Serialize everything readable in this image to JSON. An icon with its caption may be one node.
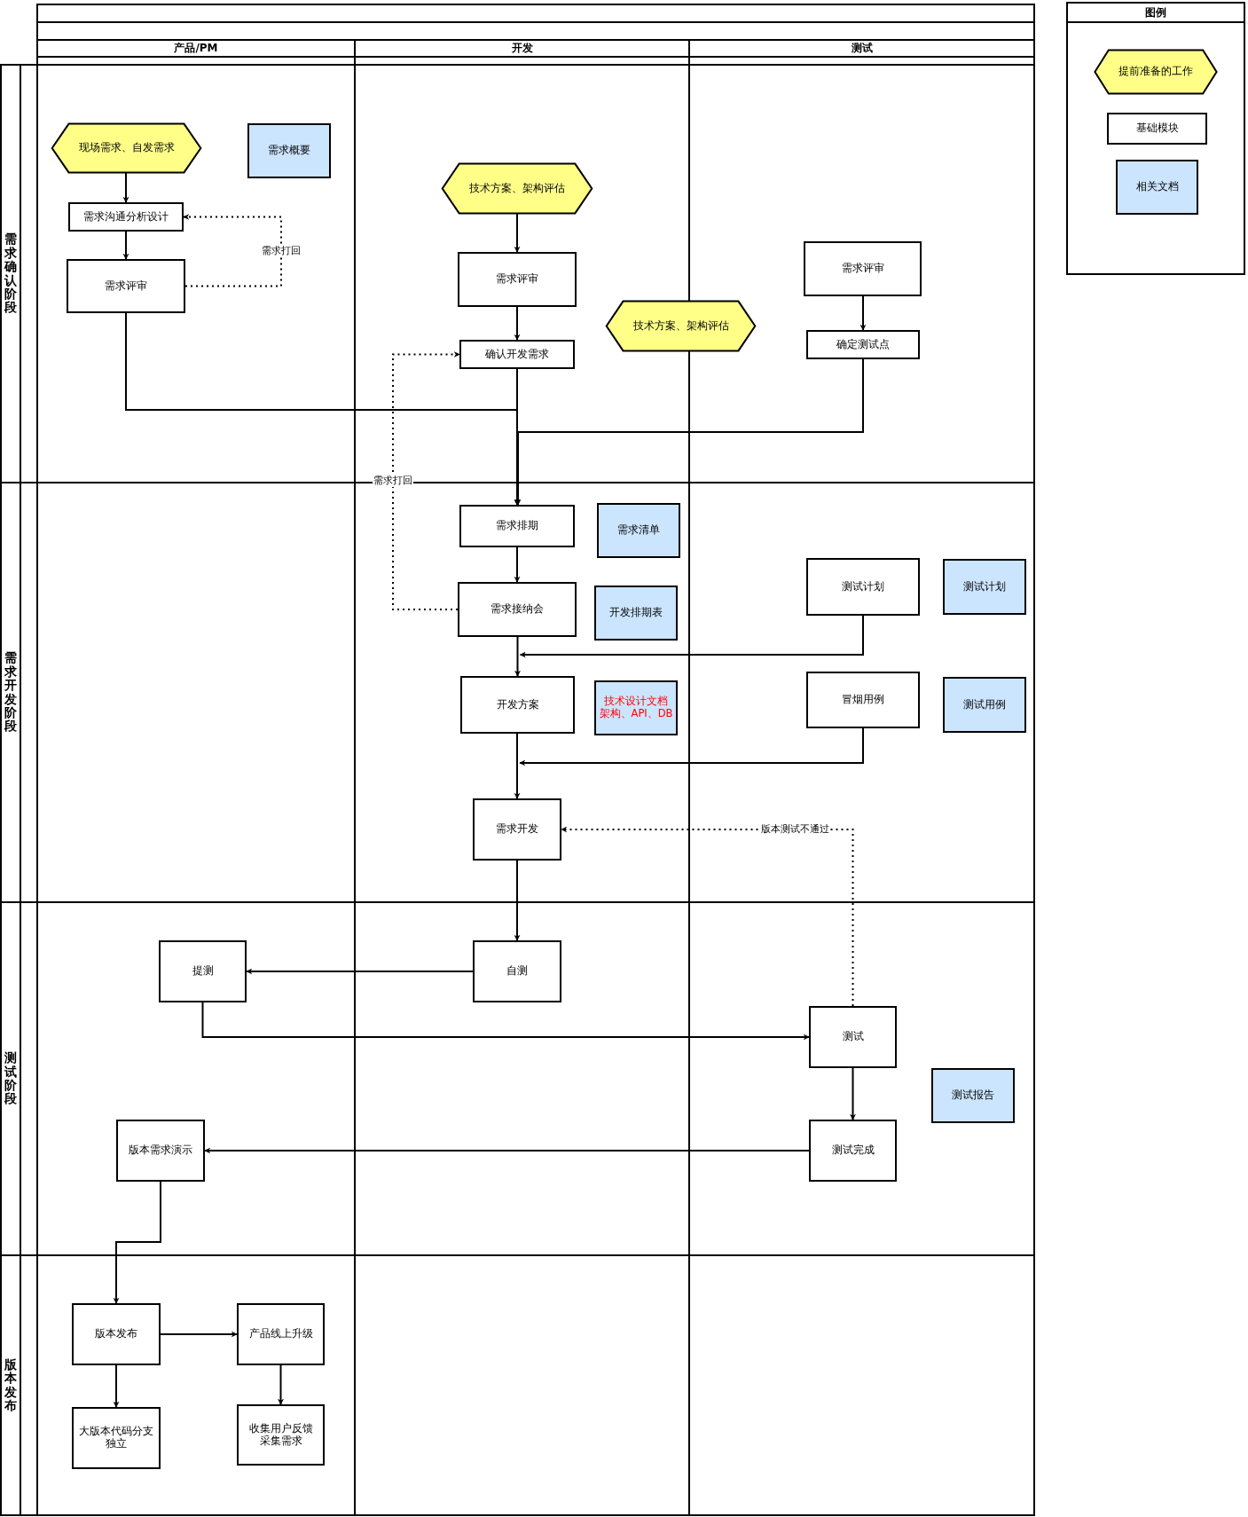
{
  "diagram": {
    "nodes": [
      {
        "text": [
          "现场需求、自发需求"
        ]
      },
      {
        "text": [
          "需求概要"
        ]
      },
      {
        "text": [
          "需求沟通分析设计"
        ]
      },
      {
        "text": [
          "需求评审"
        ]
      },
      {
        "text": [
          "技术方案、架构评估"
        ]
      },
      {
        "text": [
          "需求评审"
        ]
      },
      {
        "text": [
          "确认开发需求"
        ]
      },
      {
        "text": [
          "技术方案、架构评估"
        ]
      },
      {
        "text": [
          "需求评审"
        ]
      },
      {
        "text": [
          "确定测试点"
        ]
      },
      {
        "text": [
          "需求排期"
        ]
      },
      {
        "text": [
          "需求清单"
        ]
      },
      {
        "text": [
          "需求接纳会"
        ]
      },
      {
        "text": [
          "开发排期表"
        ]
      },
      {
        "text": [
          "测试计划"
        ]
      },
      {
        "text": [
          "测试计划"
        ]
      },
      {
        "text": [
          "开发方案"
        ]
      },
      {
        "text": [
          "技术设计文档",
          "架构、API、DB"
        ]
      },
      {
        "text": [
          "冒烟用例"
        ]
      },
      {
        "text": [
          "测试用例"
        ]
      },
      {
        "text": [
          "需求开发"
        ]
      },
      {
        "text": [
          "自测"
        ]
      },
      {
        "text": [
          "提测"
        ]
      },
      {
        "text": [
          "测试"
        ]
      },
      {
        "text": [
          "测试报告"
        ]
      },
      {
        "text": [
          "版本需求演示"
        ]
      },
      {
        "text": [
          "测试完成"
        ]
      },
      {
        "text": [
          "版本发布"
        ]
      },
      {
        "text": [
          "产品线上升级"
        ]
      },
      {
        "text": [
          "大版本代码分支独立"
        ]
      },
      {
        "text": [
          "收集用户反馈",
          "采集需求"
        ]
      }
    ],
    "edges": [
      {
        "from": 0,
        "to": 2,
        "arrow": "to"
      },
      {
        "from": 2,
        "to": 3,
        "arrow": "to"
      },
      {
        "from": 3,
        "to": 2,
        "arrow": "to",
        "label": "需求打回",
        "style": "dashed"
      },
      {
        "from": 4,
        "to": 5,
        "arrow": "to"
      },
      {
        "from": 5,
        "to": 6,
        "arrow": "to"
      },
      {
        "from": 6,
        "to": 10,
        "arrow": "to"
      },
      {
        "from": 3,
        "to": 10,
        "arrow": "to"
      },
      {
        "from": 9,
        "to": 10,
        "arrow": "to"
      },
      {
        "from": 12,
        "to": 6,
        "arrow": "to",
        "label": "需求打回",
        "style": "dashed"
      },
      {
        "from": 10,
        "to": 12,
        "arrow": "to"
      },
      {
        "from": 12,
        "to": 16,
        "arrow": "to"
      },
      {
        "from": 14,
        "to": 16,
        "arrow": "to"
      },
      {
        "from": 8,
        "to": 9,
        "arrow": "to"
      },
      {
        "from": 16,
        "to": 20,
        "arrow": "to"
      },
      {
        "from": 18,
        "to": 20,
        "arrow": "to"
      },
      {
        "from": 23,
        "to": 20,
        "arrow": "to",
        "label": "版本测试不通过",
        "style": "dashed"
      },
      {
        "from": 20,
        "to": 21,
        "arrow": "to"
      },
      {
        "from": 21,
        "to": 22,
        "arrow": "to"
      },
      {
        "from": 22,
        "to": 23,
        "arrow": "to"
      },
      {
        "from": 23,
        "to": 26,
        "arrow": "to"
      },
      {
        "from": 26,
        "to": 25,
        "arrow": "to"
      },
      {
        "from": 25,
        "to": 27,
        "arrow": "to"
      },
      {
        "from": 27,
        "to": 28,
        "arrow": "to"
      },
      {
        "from": 27,
        "to": 29,
        "arrow": "to"
      },
      {
        "from": 28,
        "to": 30,
        "arrow": "to"
      }
    ],
    "labels": [
      "图例",
      "产品/PM",
      "开发",
      "测试",
      "需求确认阶段",
      "需求开发阶段",
      "测试阶段",
      "版本发布"
    ],
    "legend": [
      {
        "text": "提前准备的工作",
        "color": "#ffff88"
      },
      {
        "text": "基础模块",
        "color": "#ffffff"
      },
      {
        "text": "相关文档",
        "color": "#cce5ff"
      }
    ]
  }
}
